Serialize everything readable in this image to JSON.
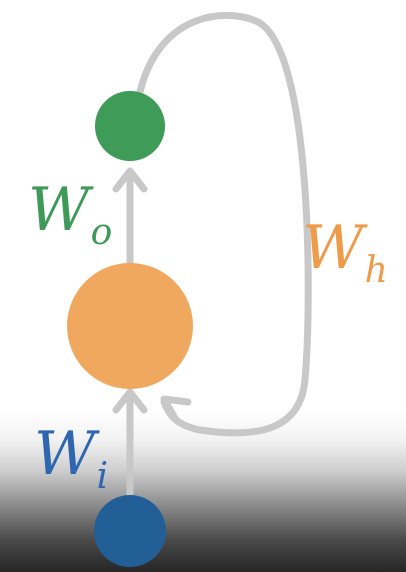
{
  "diagram": {
    "nodes": {
      "output": {
        "color": "#3e9b58"
      },
      "hidden": {
        "color": "#f0a85e"
      },
      "input": {
        "color": "#225f96"
      }
    },
    "edges": {
      "stroke_color": "#c8c8c8"
    },
    "labels": {
      "w_o": {
        "base": "W",
        "sub": "o",
        "color": "#3f9a5a"
      },
      "w_h": {
        "base": "W",
        "sub": "h",
        "color": "#ee9b4a"
      },
      "w_i": {
        "base": "W",
        "sub": "i",
        "color": "#2e67b0"
      }
    }
  }
}
